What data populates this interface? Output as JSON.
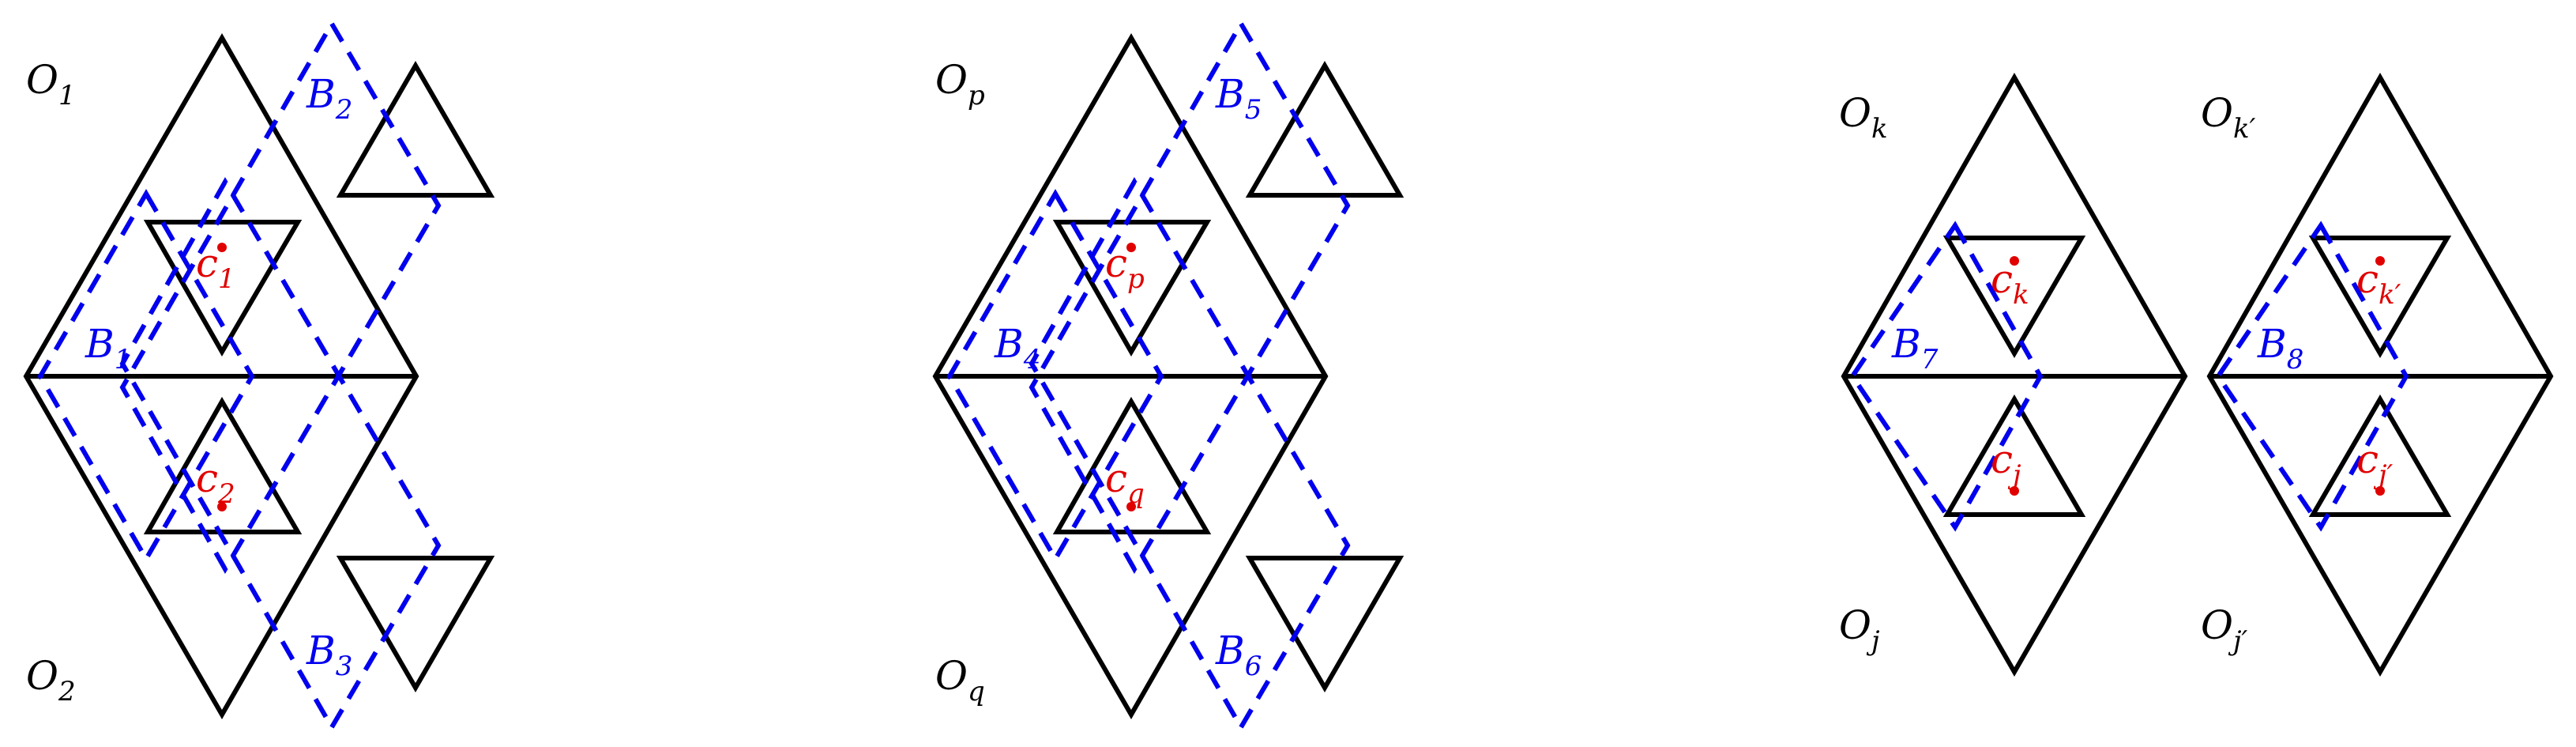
{
  "colors": {
    "outline": "#000000",
    "box": "#0000ee",
    "center": "#e00000"
  },
  "labels": {
    "O1": {
      "base": "O",
      "sub": "1"
    },
    "O2": {
      "base": "O",
      "sub": "2"
    },
    "Op": {
      "base": "O",
      "sub": "p"
    },
    "Oq": {
      "base": "O",
      "sub": "q"
    },
    "Ok": {
      "base": "O",
      "sub": "k"
    },
    "Okp": {
      "base": "O",
      "sub": "k′"
    },
    "Oj": {
      "base": "O",
      "sub": "j"
    },
    "Ojp": {
      "base": "O",
      "sub": "j′"
    },
    "B1": {
      "base": "B",
      "sub": "1"
    },
    "B2": {
      "base": "B",
      "sub": "2"
    },
    "B3": {
      "base": "B",
      "sub": "3"
    },
    "B4": {
      "base": "B",
      "sub": "4"
    },
    "B5": {
      "base": "B",
      "sub": "5"
    },
    "B6": {
      "base": "B",
      "sub": "6"
    },
    "B7": {
      "base": "B",
      "sub": "7"
    },
    "B8": {
      "base": "B",
      "sub": "8"
    },
    "c1": {
      "base": "c",
      "sub": "1"
    },
    "c2": {
      "base": "c",
      "sub": "2"
    },
    "cp": {
      "base": "c",
      "sub": "p"
    },
    "cq": {
      "base": "c",
      "sub": "q"
    },
    "ck": {
      "base": "c",
      "sub": "k"
    },
    "cj": {
      "base": "c",
      "sub": "j"
    },
    "ckp": {
      "base": "c",
      "sub": "k′"
    },
    "cjp": {
      "base": "c",
      "sub": "j′"
    }
  }
}
